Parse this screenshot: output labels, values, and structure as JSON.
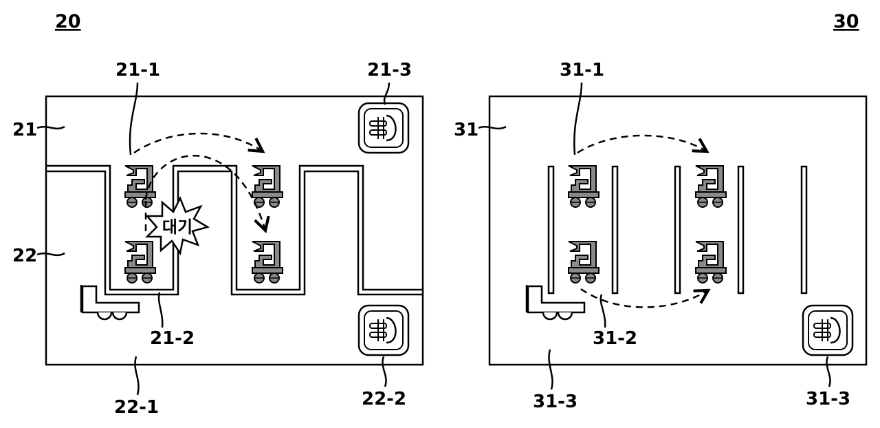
{
  "figure_left": {
    "title": "20",
    "labels": {
      "area_top": "21",
      "area_bottom": "22",
      "robot_start": "21-1",
      "robot_end": "21-2",
      "station_top": "21-3",
      "floor": "22-1",
      "station_bottom": "22-2",
      "wait_badge": "대기"
    }
  },
  "figure_right": {
    "title": "30",
    "labels": {
      "area": "31",
      "robot_start": "31-1",
      "robot_end": "31-2",
      "floor": "31-3",
      "station": "31-3"
    }
  }
}
